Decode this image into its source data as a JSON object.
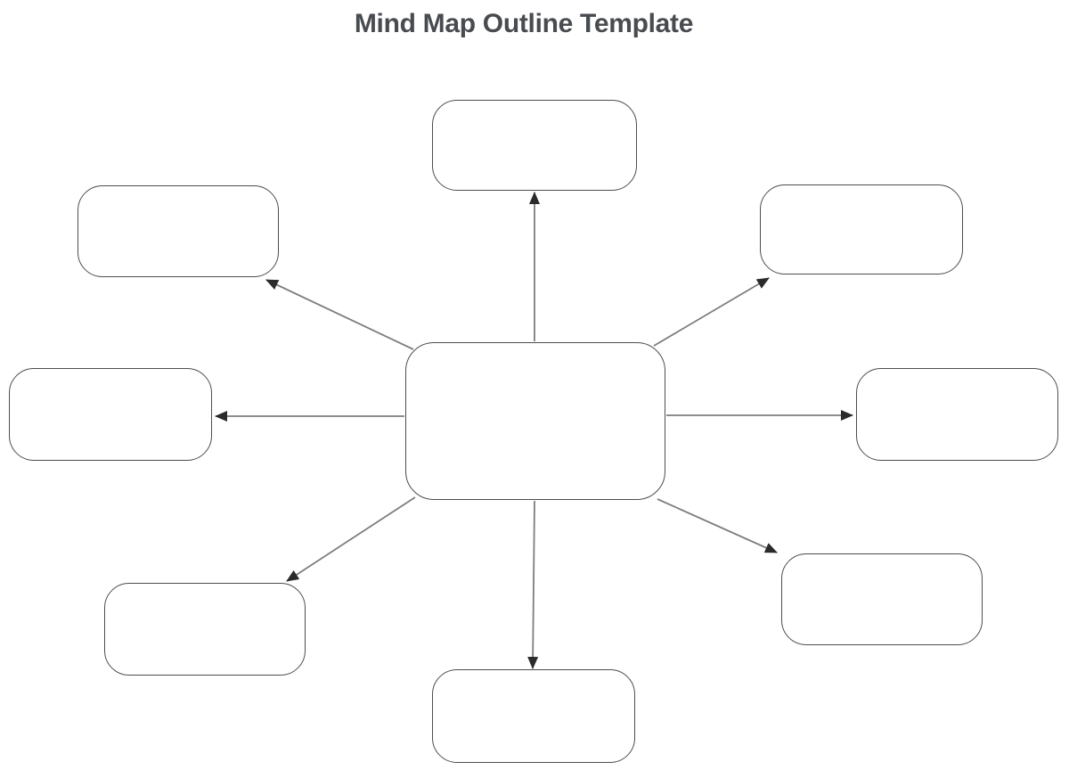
{
  "title": "Mind Map Outline Template",
  "colors": {
    "background": "#ffffff",
    "node_fill": "#ffffff",
    "node_border": "#4d4d4d",
    "connector_line": "#7d7d7d",
    "arrowhead": "#2b2b2b",
    "title_text": "#484c50"
  },
  "diagram": {
    "type": "mind-map",
    "center_node": {
      "id": "center",
      "label": ""
    },
    "branch_nodes": [
      {
        "id": "top",
        "label": ""
      },
      {
        "id": "top-right",
        "label": ""
      },
      {
        "id": "right",
        "label": ""
      },
      {
        "id": "bottom-right",
        "label": ""
      },
      {
        "id": "bottom",
        "label": ""
      },
      {
        "id": "bottom-left",
        "label": ""
      },
      {
        "id": "left",
        "label": ""
      },
      {
        "id": "top-left",
        "label": ""
      }
    ],
    "connectors": [
      {
        "from": "center",
        "to": "top"
      },
      {
        "from": "center",
        "to": "top-right"
      },
      {
        "from": "center",
        "to": "right"
      },
      {
        "from": "center",
        "to": "bottom-right"
      },
      {
        "from": "center",
        "to": "bottom"
      },
      {
        "from": "center",
        "to": "bottom-left"
      },
      {
        "from": "center",
        "to": "left"
      },
      {
        "from": "center",
        "to": "top-left"
      }
    ]
  },
  "nodes": {
    "center": {
      "label": ""
    },
    "top": {
      "label": ""
    },
    "top_right": {
      "label": ""
    },
    "right": {
      "label": ""
    },
    "bottom_right": {
      "label": ""
    },
    "bottom": {
      "label": ""
    },
    "bottom_left": {
      "label": ""
    },
    "left": {
      "label": ""
    },
    "top_left": {
      "label": ""
    }
  }
}
